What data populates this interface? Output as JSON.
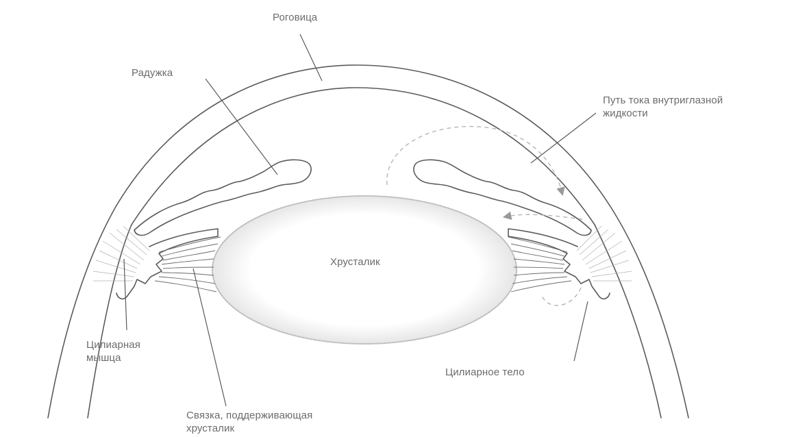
{
  "labels": {
    "cornea": "Роговица",
    "iris": "Радужка",
    "aqueous_flow": [
      "Путь тока внутриглазной",
      "жидкости"
    ],
    "lens": "Хрусталик",
    "ciliary_muscle": [
      "Цилиарная",
      "мышца"
    ],
    "ciliary_body": "Цилиарное тело",
    "zonule": [
      "Связка, поддерживающая",
      "хрусталик"
    ]
  },
  "colors": {
    "line": "#5a5a5a",
    "text": "#6b6b6b",
    "lens_stipple": "#c7c7c7",
    "flow_path": "#b5b5b5"
  }
}
